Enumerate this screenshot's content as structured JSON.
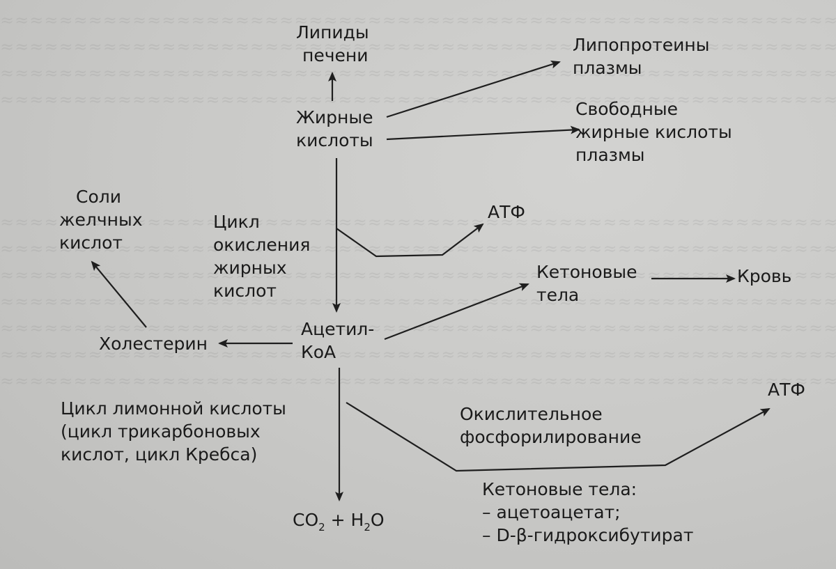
{
  "nodes": {
    "liver_lipids": [
      "Липиды",
      "печени"
    ],
    "plasma_lipoproteins": [
      "Липопротеины",
      "плазмы"
    ],
    "fatty_acids": [
      "Жирные",
      "кислоты"
    ],
    "free_fatty_acids": [
      "Свободные",
      "жирные кислоты",
      "плазмы"
    ],
    "bile_salts": [
      "Соли",
      "желчных",
      "кислот"
    ],
    "beta_oxidation": [
      "Цикл",
      "окисления",
      "жирных",
      "кислот"
    ],
    "atp_top": "АТФ",
    "ketone_bodies": [
      "Кетоновые",
      "тела"
    ],
    "blood": "Кровь",
    "acetyl_coa": [
      "Ацетил-",
      "КоА"
    ],
    "cholesterol": "Холестерин",
    "atp_bottom": "АТФ",
    "citric_cycle": [
      "Цикл лимонной кислоты",
      "(цикл трикарбоновых",
      "кислот, цикл Кребса)"
    ],
    "ox_phos": [
      "Окислительное",
      "фосфорилирование"
    ],
    "products": {
      "co": "CO",
      "sub1": "2",
      "mid": " + H",
      "sub2": "2",
      "o": "O"
    },
    "ketone_list": [
      "Кетоновые тела:",
      "– ацетоацетат;",
      "– D-β-гидроксибутират"
    ]
  },
  "colors": {
    "ink": "#1e1e1e",
    "paper": "#c9c9c7"
  }
}
